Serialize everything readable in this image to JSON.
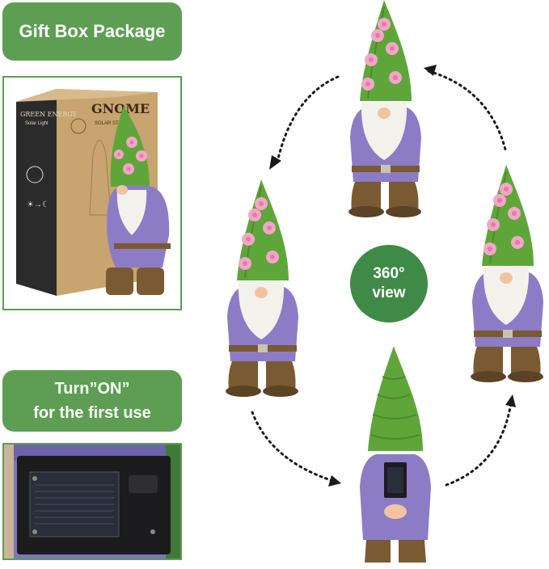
{
  "labels": {
    "gift_box": "Gift Box Package",
    "turn_on_line1": "Turn”ON”",
    "turn_on_line2": "for the first use",
    "view_line1": "360°",
    "view_line2": "view"
  },
  "box_print": {
    "brand": "GREEN ENERGY",
    "sub": "Solar Light",
    "product": "GNOME",
    "product_sub": "SOLAR STATUE"
  },
  "colors": {
    "label_green": "#5d9e53",
    "circle_green": "#3e8a46",
    "hat_green": "#5fa63a",
    "coat_purple": "#8c7cc6",
    "boot_brown": "#7a5a32",
    "beard_white": "#f3f1ec",
    "flower_pink": "#f2a6c8"
  },
  "icons": [
    "gnome-front",
    "gnome-left",
    "gnome-right",
    "gnome-back",
    "rotation-arrow",
    "solar-panel"
  ]
}
